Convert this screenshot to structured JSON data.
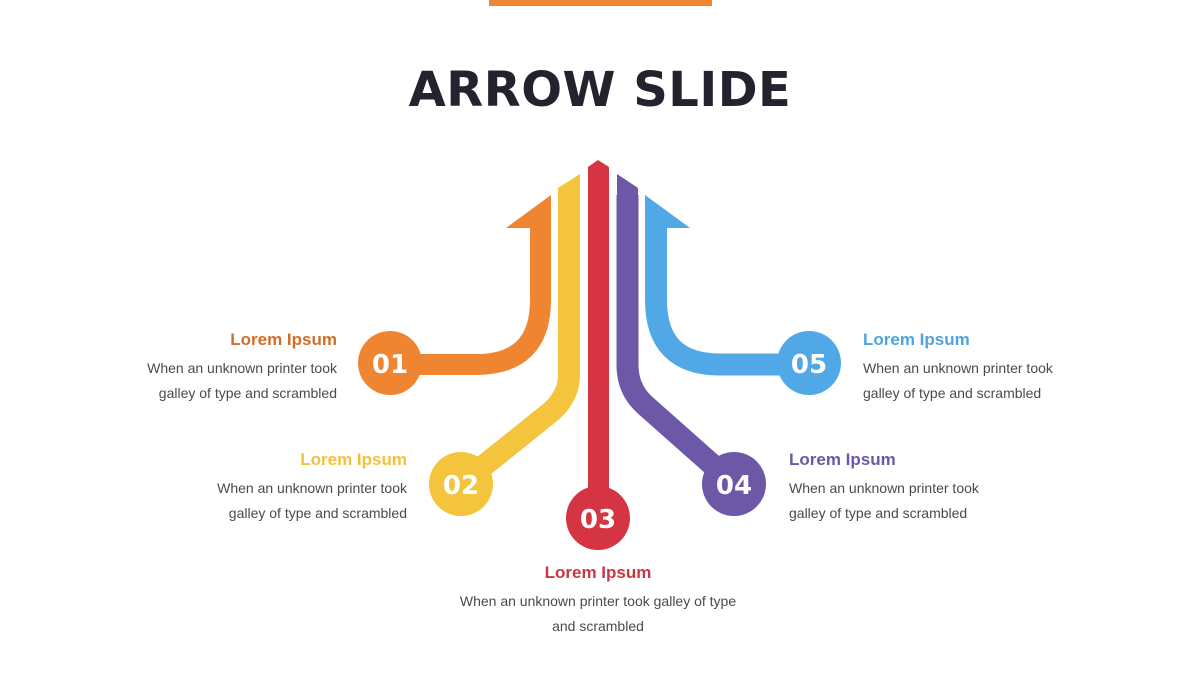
{
  "slide": {
    "title": "ARROW SLIDE",
    "accent_bar_color": "#ef8531"
  },
  "steps": [
    {
      "number": "01",
      "heading": "Lorem Ipsum",
      "line1": "When an unknown printer took",
      "line2": "galley of type and scrambled",
      "color": "#ef8531",
      "heading_color": "#cf6f28"
    },
    {
      "number": "02",
      "heading": "Lorem Ipsum",
      "line1": "When an unknown printer took",
      "line2": "galley of type and scrambled",
      "color": "#f4c43c",
      "heading_color": "#f2c13a"
    },
    {
      "number": "03",
      "heading": "Lorem Ipsum",
      "line1": "When an unknown printer took galley of type",
      "line2": "and scrambled",
      "color": "#d53443",
      "heading_color": "#c93646"
    },
    {
      "number": "04",
      "heading": "Lorem Ipsum",
      "line1": "When an unknown printer took",
      "line2": "galley of type and scrambled",
      "color": "#6c58a6",
      "heading_color": "#6c58a6"
    },
    {
      "number": "05",
      "heading": "Lorem Ipsum",
      "line1": "When an unknown printer took",
      "line2": "galley of type and scrambled",
      "color": "#50a8e6",
      "heading_color": "#4fa4df"
    }
  ]
}
